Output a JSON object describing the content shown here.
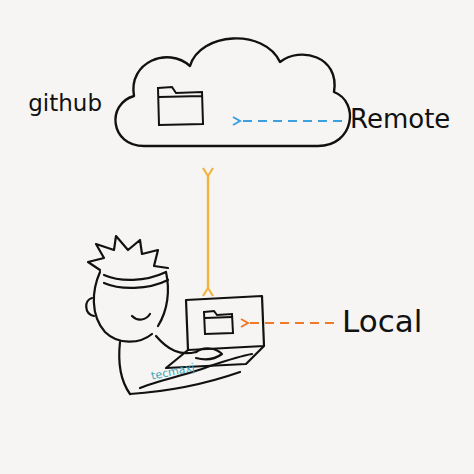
{
  "diagram": {
    "nodes": [
      {
        "text": [
          "github"
        ]
      }
    ],
    "labels": [
      "Remote",
      "Local",
      "tecmaxj"
    ]
  }
}
